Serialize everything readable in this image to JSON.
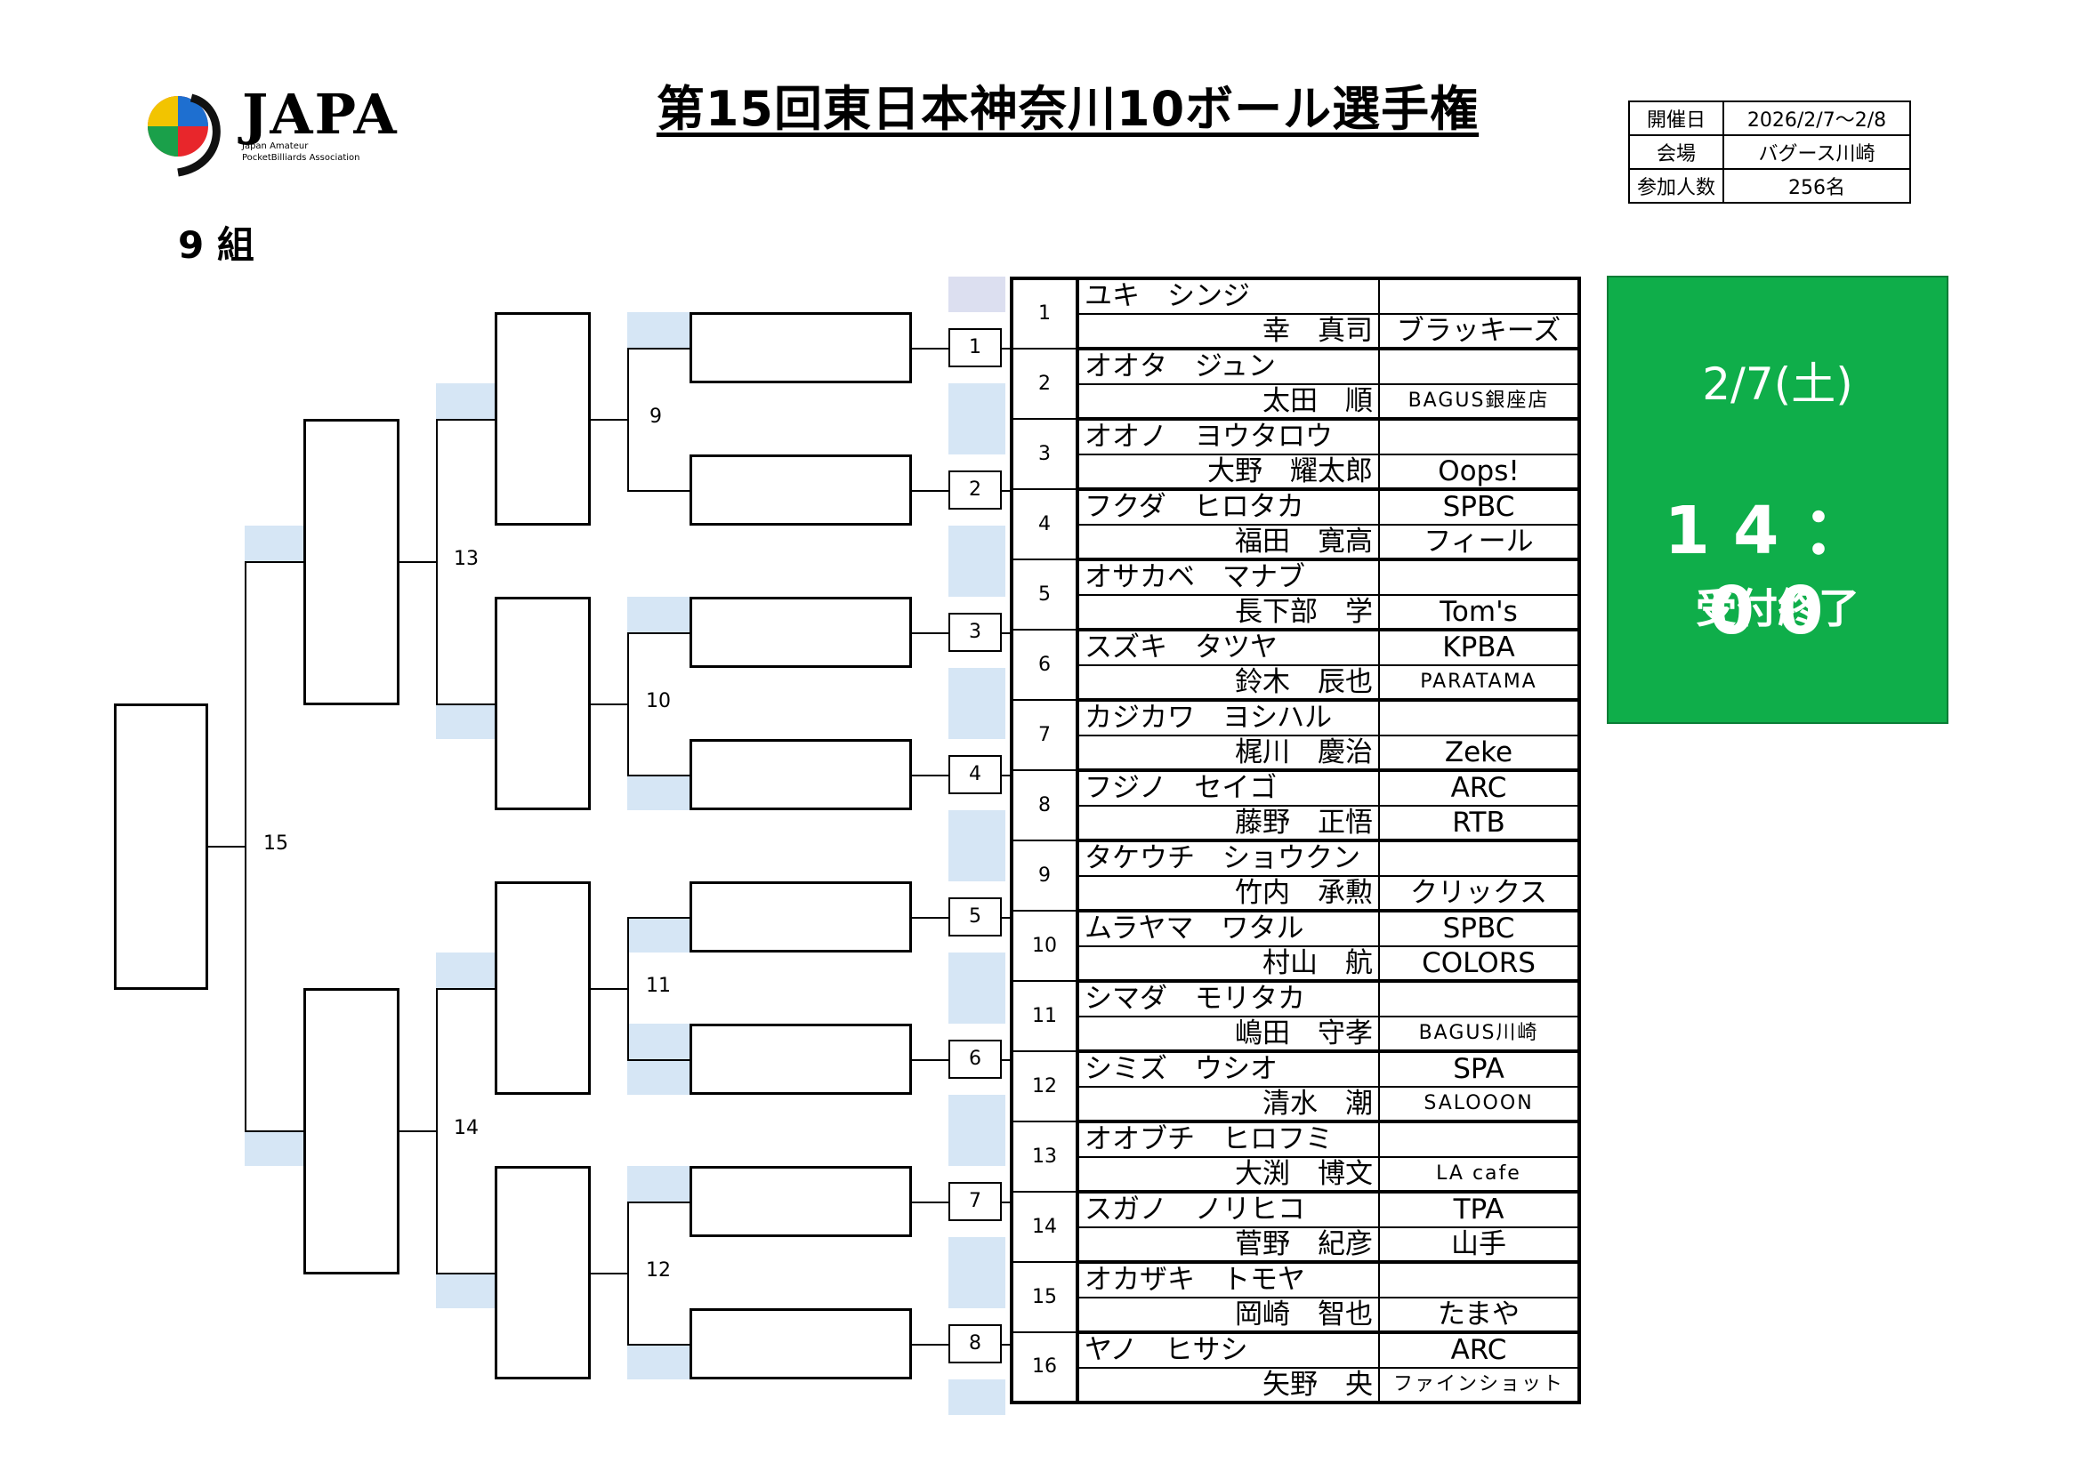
{
  "title": "第15回東日本神奈川10ボール選手権",
  "group": "9 組",
  "logo": {
    "name": "JAPA",
    "sub1": "Japan Amateur",
    "sub2": "PocketBilliards Association"
  },
  "info": {
    "date_label": "開催日",
    "date_value": "2026/2/7～2/8",
    "venue_label": "会場",
    "venue_value": "バグース川崎",
    "count_label": "参加人数",
    "count_value": "256名"
  },
  "schedule": {
    "date": "2/7(土)",
    "time": "14：00",
    "note": "受付終了",
    "bg": "#0fae4a"
  },
  "players": [
    {
      "seed": "1",
      "kana": "ユキ　シンジ",
      "kanji": "幸　真司",
      "club_top": "",
      "club_bottom": "ブラッキーズ"
    },
    {
      "seed": "2",
      "kana": "オオタ　ジュン",
      "kanji": "太田　順",
      "club_top": "",
      "club_bottom": "BAGUS銀座店"
    },
    {
      "seed": "3",
      "kana": "オオノ　ヨウタロウ",
      "kanji": "大野　耀太郎",
      "club_top": "",
      "club_bottom": "Oops!"
    },
    {
      "seed": "4",
      "kana": "フクダ　ヒロタカ",
      "kanji": "福田　寛高",
      "club_top": "SPBC",
      "club_bottom": "フィール"
    },
    {
      "seed": "5",
      "kana": "オサカベ　マナブ",
      "kanji": "長下部　学",
      "club_top": "",
      "club_bottom": "Tom's"
    },
    {
      "seed": "6",
      "kana": "スズキ　タツヤ",
      "kanji": "鈴木　辰也",
      "club_top": "KPBA",
      "club_bottom": "PARATAMA"
    },
    {
      "seed": "7",
      "kana": "カジカワ　ヨシハル",
      "kanji": "梶川　慶治",
      "club_top": "",
      "club_bottom": "Zeke"
    },
    {
      "seed": "8",
      "kana": "フジノ　セイゴ",
      "kanji": "藤野　正悟",
      "club_top": "ARC",
      "club_bottom": "RTB"
    },
    {
      "seed": "9",
      "kana": "タケウチ　ショウクン",
      "kanji": "竹内　承勲",
      "club_top": "",
      "club_bottom": "クリックス"
    },
    {
      "seed": "10",
      "kana": "ムラヤマ　ワタル",
      "kanji": "村山　航",
      "club_top": "SPBC",
      "club_bottom": "COLORS"
    },
    {
      "seed": "11",
      "kana": "シマダ　モリタカ",
      "kanji": "嶋田　守孝",
      "club_top": "",
      "club_bottom": "BAGUS川崎"
    },
    {
      "seed": "12",
      "kana": "シミズ　ウシオ",
      "kanji": "清水　潮",
      "club_top": "SPA",
      "club_bottom": "SALOOON"
    },
    {
      "seed": "13",
      "kana": "オオブチ　ヒロフミ",
      "kanji": "大渕　博文",
      "club_top": "",
      "club_bottom": "LA cafe"
    },
    {
      "seed": "14",
      "kana": "スガノ　ノリヒコ",
      "kanji": "菅野　紀彦",
      "club_top": "TPA",
      "club_bottom": "山手"
    },
    {
      "seed": "15",
      "kana": "オカザキ　トモヤ",
      "kanji": "岡崎　智也",
      "club_top": "",
      "club_bottom": "たまや"
    },
    {
      "seed": "16",
      "kana": "ヤノ　ヒサシ",
      "kanji": "矢野　央",
      "club_top": "ARC",
      "club_bottom": "ファインショット"
    }
  ],
  "bracket": {
    "r1_match_numbers": [
      "1",
      "2",
      "3",
      "4",
      "5",
      "6",
      "7",
      "8"
    ],
    "r2_match_numbers": [
      "9",
      "10",
      "11",
      "12"
    ],
    "r3_match_numbers": [
      "13",
      "14"
    ],
    "final_match_number": "15"
  }
}
